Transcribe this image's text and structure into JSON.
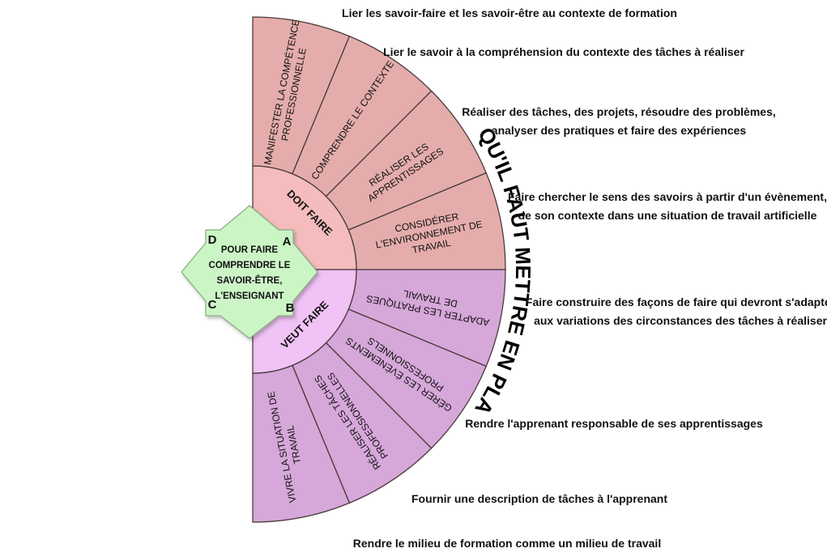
{
  "title": "CE QU'IL FAUT METTRE EN PLACE",
  "center": {
    "lines": [
      "POUR FAIRE",
      "COMPRENDRE LE",
      "SAVOIR-ÊTRE,",
      "L'ENSEIGNANT"
    ],
    "corners": {
      "a": "A",
      "b": "B",
      "c": "C",
      "d": "D"
    }
  },
  "inner": {
    "doit": "DOIT FAIRE",
    "veut": "VEUT FAIRE"
  },
  "colors": {
    "doit_inner": "#f4bcbc",
    "doit_outer": "#e4adab",
    "veut_inner": "#f0c2f5",
    "veut_outer": "#d6a7d9",
    "center": "#ccf5c6",
    "stroke": "#4a3a3a"
  },
  "segments": [
    {
      "lines": [
        "MANIFESTER LA COMPÉTENCE",
        "PROFESSIONNELLE"
      ]
    },
    {
      "lines": [
        "COMPRENDRE LE  CONTEXTE"
      ]
    },
    {
      "lines": [
        "RÉALISER LES",
        "APPRENTISSAGES"
      ]
    },
    {
      "lines": [
        "CONSIDÉRER",
        "L'ENVIRONNEMENT DE",
        "TRAVAIL"
      ]
    },
    {
      "lines": [
        "ADAPTER LES PRATIQUES",
        "DE TRAVAIL"
      ]
    },
    {
      "lines": [
        "GÉRER LES ÉVÈNEMENTS",
        "PROFESSIONNELS"
      ]
    },
    {
      "lines": [
        "RÉALISER  LES TÂCHES",
        "PROFESSIONNELLES"
      ]
    },
    {
      "lines": [
        "VIVRE LA SITUATION DE",
        "TRAVAIL"
      ]
    }
  ],
  "annotations": [
    {
      "lines": [
        "Lier les savoir-faire et les savoir-être au contexte de formation"
      ]
    },
    {
      "lines": [
        "Lier le savoir à la compréhension du contexte des tâches à réaliser"
      ]
    },
    {
      "lines": [
        "Réaliser des tâches, des projets, résoudre des problèmes,",
        "analyser des pratiques et faire des expériences"
      ]
    },
    {
      "lines": [
        "Faire chercher le sens des savoirs à partir d'un évènement,",
        "de son contexte dans une situation de travail artificielle"
      ]
    },
    {
      "lines": [
        "Faire construire des façons de faire qui devront s'adapter",
        "aux variations des circonstances des tâches à réaliser"
      ]
    },
    {
      "lines": [
        "Rendre l'apprenant responsable de ses apprentissages"
      ]
    },
    {
      "lines": [
        "Fournir une description de tâches à l'apprenant"
      ]
    },
    {
      "lines": [
        "Rendre le milieu de formation comme un milieu de travail"
      ]
    }
  ]
}
